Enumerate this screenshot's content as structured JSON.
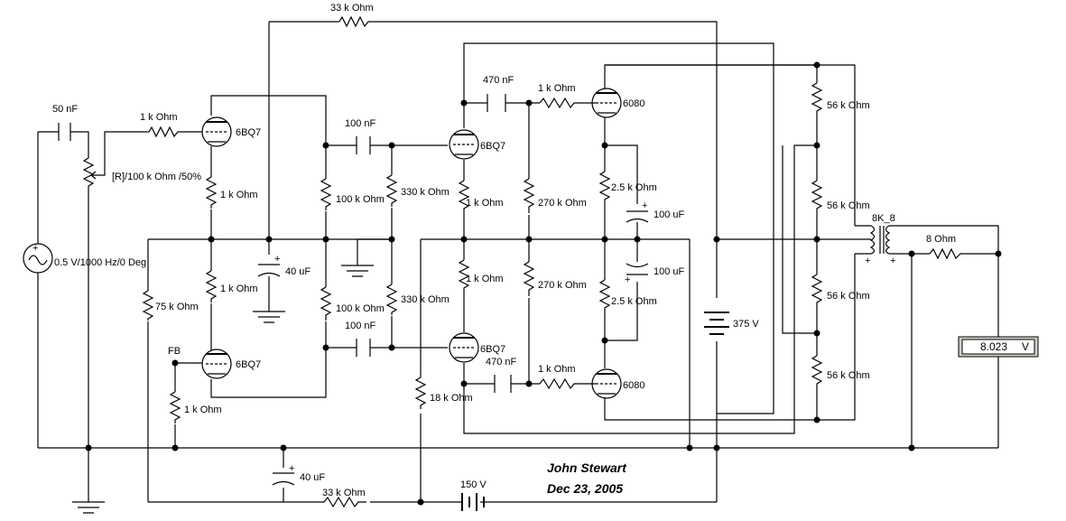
{
  "source": {
    "label": "0.5 V/1000 Hz/0 Deg"
  },
  "caps": {
    "c_in": "50 nF",
    "c_1": "100 nF",
    "c_2": "100 nF",
    "c_3": "470 nF",
    "c_4": "470 nF",
    "c_5": "40 uF",
    "c_6": "40 uF",
    "c_7": "100 uF",
    "c_8": "100 uF"
  },
  "resistors": {
    "r_fb_top": "33 k Ohm",
    "r_grid1": "1 k Ohm",
    "r_pot": "[R]/100 k Ohm /50%",
    "r_k1": "1 k Ohm",
    "r_k2": "1 k Ohm",
    "r_75k": "75 k Ohm",
    "r_grid3": "1 k Ohm",
    "r_100k_a": "100 k Ohm",
    "r_100k_b": "100 k Ohm",
    "r_330k_a": "330 k Ohm",
    "r_330k_b": "330 k Ohm",
    "r_k3": "1 k Ohm",
    "r_k4": "1 k Ohm",
    "r_18k": "18 k Ohm",
    "r_270k_a": "270 k Ohm",
    "r_270k_b": "270 k Ohm",
    "r_grid5": "1 k Ohm",
    "r_grid6": "1 k Ohm",
    "r_2k5_a": "2.5 k Ohm",
    "r_2k5_b": "2.5 k Ohm",
    "r_56k_1": "56 k Ohm",
    "r_56k_2": "56 k Ohm",
    "r_56k_3": "56 k Ohm",
    "r_56k_4": "56 k Ohm",
    "r_load": "8  Ohm",
    "r_bias": "33 k Ohm"
  },
  "tubes": {
    "v1": "6BQ7",
    "v2": "6BQ7",
    "v3": "6BQ7",
    "v4": "6BQ7",
    "v5": "6080",
    "v6": "6080"
  },
  "supplies": {
    "b_plus": "375 V",
    "bias": "150 V"
  },
  "transformer": "8K_8",
  "fb_label": "FB",
  "meter": {
    "value": "8.023",
    "unit": "V"
  },
  "signature": {
    "name": "John Stewart",
    "date": "Dec 23, 2005"
  }
}
